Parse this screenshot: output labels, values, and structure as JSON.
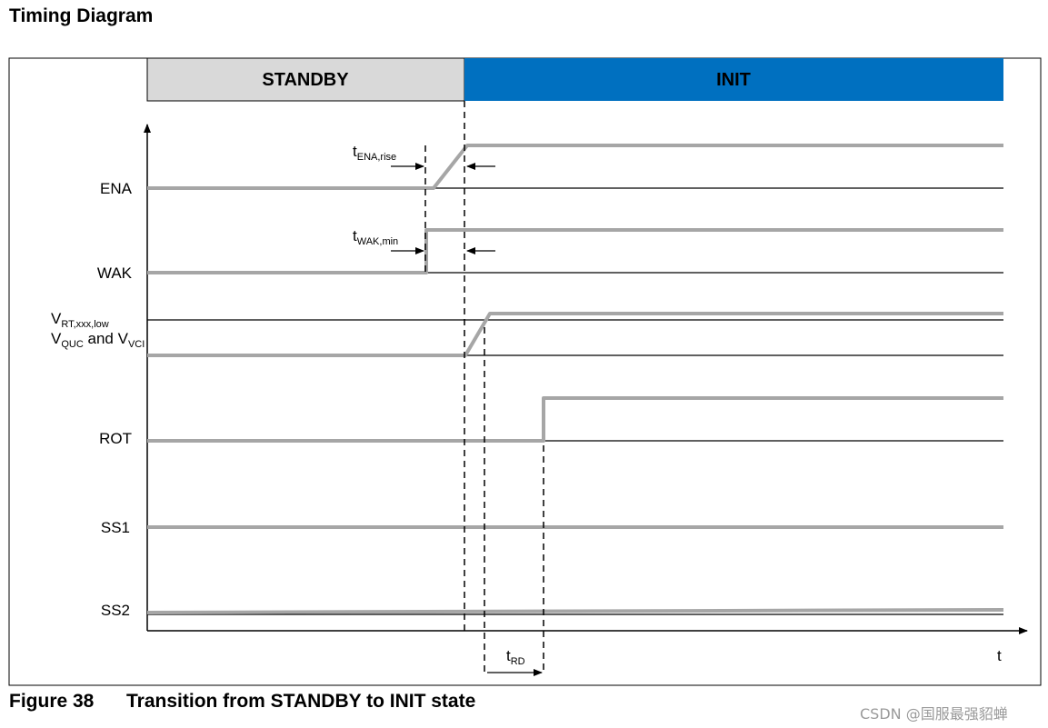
{
  "title": "Timing Diagram",
  "states": {
    "standby": "STANDBY",
    "init": "INIT"
  },
  "signals": {
    "ena": "ENA",
    "wak": "WAK",
    "vrt_main": "V",
    "vrt_sub": "RT,xxx,low",
    "vquc_main": "V",
    "vquc_sub": "QUC",
    "vquc_and": " and V",
    "vvci_sub": "VCI",
    "rot": "ROT",
    "ss1": "SS1",
    "ss2": "SS2"
  },
  "timings": {
    "t_ena_main": "t",
    "t_ena_sub": "ENA,rise",
    "t_wak_main": "t",
    "t_wak_sub": "WAK,min",
    "t_rd_main": "t",
    "t_rd_sub": "RD"
  },
  "axis": {
    "time_label": "t"
  },
  "caption": {
    "number": "Figure 38",
    "text": "Transition from STANDBY to INIT state"
  },
  "watermark": "CSDN @国服最强貂蝉",
  "colors": {
    "init_band": "#0070c0",
    "standby_band": "#d9d9d9",
    "signal": "#a6a6a6"
  }
}
